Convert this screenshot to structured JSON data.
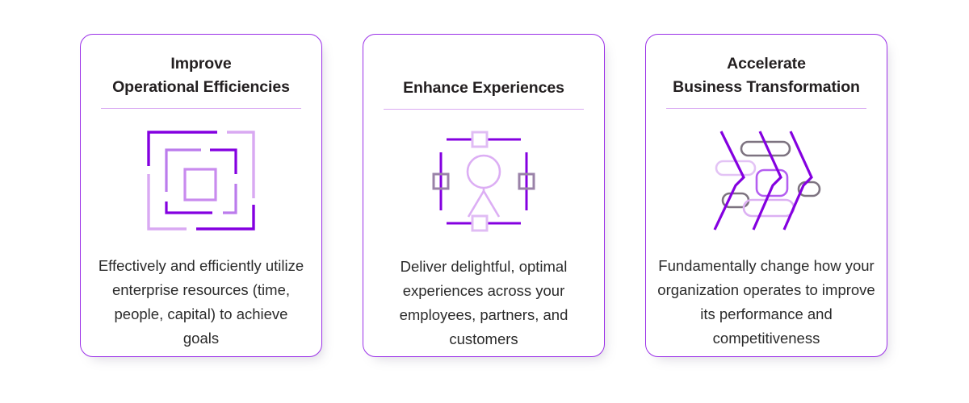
{
  "page": {
    "background": "#ffffff",
    "layout": "three-card-row"
  },
  "theme": {
    "border_purple": "#9b30e8",
    "divider_lavender": "#d9a9f2",
    "icon_deep_purple": "#8400e0",
    "icon_mid_purple": "#a64ae8",
    "icon_light_purple": "#d9a9f2",
    "icon_gray": "#7d7380",
    "title_color": "#231f20",
    "body_color": "#2b2b2b"
  },
  "cards": [
    {
      "id": "improve-operational-efficiencies",
      "title_line_1": "Improve",
      "title_line_2": "Operational Efficiencies",
      "icon_name": "nested-squares-icon",
      "body": "Effectively and efficiently utilize enterprise resources (time, people, capital) to achieve goals"
    },
    {
      "id": "enhance-experiences",
      "title_line_1": "Enhance Experiences",
      "title_line_2": "",
      "icon_name": "person-with-sliders-icon",
      "body": "Deliver delightful, optimal experiences across your employees, partners, and customers"
    },
    {
      "id": "accelerate-business-transformation",
      "title_line_1": "Accelerate",
      "title_line_2": "Business Transformation",
      "icon_name": "shifting-bars-icon",
      "body": "Fundamentally change how your organization operates to improve its performance and competitiveness"
    }
  ]
}
